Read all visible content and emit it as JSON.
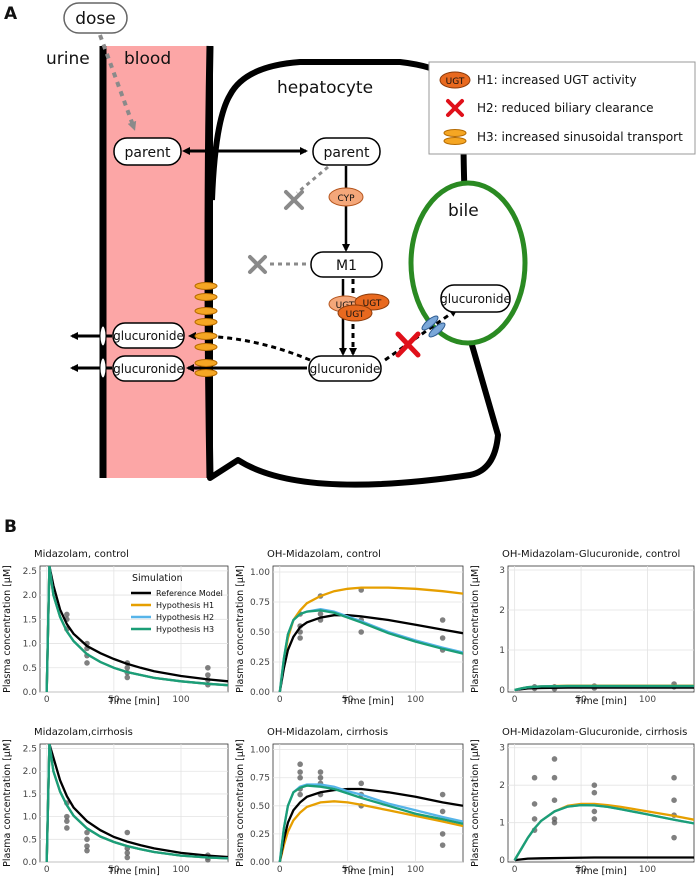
{
  "panel_a": {
    "label": "A",
    "dose": "dose",
    "urine": "urine",
    "blood": "blood",
    "hepatocyte": "hepatocyte",
    "bile": "bile",
    "parent_blood": "parent",
    "parent_cell": "parent",
    "cyp": "CYP",
    "m1": "M1",
    "ugt": "UGT",
    "glucuronide_bile": "glucuronide",
    "glucuronide_blood_1": "glucuronide",
    "glucuronide_blood_2": "glucuronide",
    "glucuronide_cell": "glucuronide",
    "legend": [
      {
        "badge": "UGT",
        "text": "H1: increased UGT activity"
      },
      {
        "text": "H2: reduced biliary clearance"
      },
      {
        "text": "H3: increased sinusoidal transport"
      }
    ],
    "colors": {
      "blood": "#fca6a6",
      "bile": "#2a8a22",
      "ugt": "#e8691f",
      "cyp": "#f4a77a",
      "transporter": "#f5a623",
      "bile_transporter": "#7aa7d9",
      "cross_red": "#e0101a",
      "cross_grey": "#8a8a8a"
    }
  },
  "panel_b": {
    "label": "B",
    "ylabel": "Plasma concentration [µM]",
    "xlabel": "Time [min]",
    "legend": {
      "title": "Simulation",
      "items": [
        "Reference Model",
        "Hypothesis H1",
        "Hypothesis H2",
        "Hypothesis H3"
      ]
    },
    "series_colors": [
      "#000000",
      "#e69f00",
      "#56b4e9",
      "#1b9e77"
    ]
  },
  "chart_data": [
    {
      "type": "line",
      "title": "Midazolam, control",
      "ylim": [
        0,
        2.6
      ],
      "yticks": [
        0,
        0.5,
        1.0,
        1.5,
        2.0,
        2.5
      ],
      "xlim": [
        -5,
        135
      ],
      "xticks": [
        0,
        50,
        100
      ],
      "series": [
        {
          "name": "Reference Model",
          "x": [
            0,
            2,
            5,
            10,
            15,
            20,
            30,
            40,
            50,
            60,
            70,
            80,
            100,
            120,
            135
          ],
          "values": [
            0,
            2.6,
            2.2,
            1.7,
            1.4,
            1.2,
            0.95,
            0.8,
            0.68,
            0.58,
            0.5,
            0.43,
            0.33,
            0.26,
            0.22
          ]
        },
        {
          "name": "Hypothesis H1",
          "x": [
            0,
            2,
            5,
            10,
            15,
            20,
            30,
            40,
            50,
            60,
            70,
            80,
            100,
            120,
            135
          ],
          "values": [
            0,
            2.6,
            2.0,
            1.55,
            1.25,
            1.05,
            0.78,
            0.62,
            0.5,
            0.41,
            0.35,
            0.29,
            0.22,
            0.17,
            0.14
          ]
        },
        {
          "name": "Hypothesis H2",
          "x": [
            0,
            2,
            5,
            10,
            15,
            20,
            30,
            40,
            50,
            60,
            70,
            80,
            100,
            120,
            135
          ],
          "values": [
            0,
            2.6,
            2.0,
            1.55,
            1.25,
            1.05,
            0.78,
            0.62,
            0.5,
            0.41,
            0.35,
            0.29,
            0.22,
            0.17,
            0.14
          ]
        },
        {
          "name": "Hypothesis H3",
          "x": [
            0,
            2,
            5,
            10,
            15,
            20,
            30,
            40,
            50,
            60,
            70,
            80,
            100,
            120,
            135
          ],
          "values": [
            0,
            2.6,
            2.0,
            1.55,
            1.25,
            1.05,
            0.78,
            0.62,
            0.5,
            0.41,
            0.35,
            0.29,
            0.22,
            0.17,
            0.14
          ]
        }
      ],
      "points": {
        "x": [
          15,
          15,
          15,
          30,
          30,
          30,
          30,
          60,
          60,
          60,
          60,
          120,
          120,
          120,
          120
        ],
        "y": [
          1.6,
          1.5,
          1.3,
          1.0,
          0.9,
          0.75,
          0.6,
          0.6,
          0.5,
          0.4,
          0.3,
          0.5,
          0.35,
          0.25,
          0.15
        ]
      }
    },
    {
      "type": "line",
      "title": "OH-Midazolam, control",
      "ylim": [
        0,
        1.05
      ],
      "yticks": [
        0,
        0.25,
        0.5,
        0.75,
        1.0
      ],
      "xlim": [
        -5,
        135
      ],
      "xticks": [
        0,
        50,
        100
      ],
      "series": [
        {
          "name": "Reference Model",
          "x": [
            0,
            3,
            6,
            10,
            15,
            20,
            30,
            40,
            50,
            60,
            80,
            100,
            120,
            135
          ],
          "values": [
            0,
            0.2,
            0.35,
            0.46,
            0.54,
            0.58,
            0.62,
            0.64,
            0.64,
            0.63,
            0.6,
            0.56,
            0.52,
            0.49
          ]
        },
        {
          "name": "Hypothesis H1",
          "x": [
            0,
            3,
            6,
            10,
            15,
            20,
            30,
            40,
            50,
            60,
            80,
            100,
            120,
            135
          ],
          "values": [
            0,
            0.25,
            0.45,
            0.6,
            0.68,
            0.74,
            0.8,
            0.84,
            0.86,
            0.87,
            0.87,
            0.86,
            0.84,
            0.82
          ]
        },
        {
          "name": "Hypothesis H2",
          "x": [
            0,
            3,
            6,
            10,
            15,
            20,
            30,
            40,
            50,
            60,
            80,
            100,
            120,
            135
          ],
          "values": [
            0,
            0.28,
            0.48,
            0.6,
            0.65,
            0.67,
            0.69,
            0.67,
            0.63,
            0.59,
            0.5,
            0.43,
            0.37,
            0.33
          ]
        },
        {
          "name": "Hypothesis H3",
          "x": [
            0,
            3,
            6,
            10,
            15,
            20,
            30,
            40,
            50,
            60,
            80,
            100,
            120,
            135
          ],
          "values": [
            0,
            0.28,
            0.48,
            0.6,
            0.65,
            0.67,
            0.68,
            0.66,
            0.62,
            0.58,
            0.49,
            0.42,
            0.36,
            0.32
          ]
        }
      ],
      "points": {
        "x": [
          15,
          15,
          15,
          15,
          30,
          30,
          30,
          60,
          60,
          60,
          120,
          120,
          120
        ],
        "y": [
          0.65,
          0.55,
          0.5,
          0.45,
          0.8,
          0.65,
          0.6,
          0.85,
          0.6,
          0.5,
          0.6,
          0.45,
          0.35
        ]
      }
    },
    {
      "type": "line",
      "title": "OH-Midazolam-Glucuronide, control",
      "ylim": [
        -0.05,
        3.1
      ],
      "yticks": [
        0,
        1,
        2,
        3
      ],
      "xlim": [
        -5,
        135
      ],
      "xticks": [
        0,
        50,
        100
      ],
      "series": [
        {
          "name": "Reference Model",
          "x": [
            0,
            5,
            10,
            20,
            40,
            60,
            80,
            100,
            135
          ],
          "values": [
            0,
            0.02,
            0.04,
            0.05,
            0.06,
            0.06,
            0.06,
            0.06,
            0.06
          ]
        },
        {
          "name": "Hypothesis H1",
          "x": [
            0,
            5,
            10,
            20,
            40,
            60,
            80,
            100,
            135
          ],
          "values": [
            0,
            0.04,
            0.07,
            0.09,
            0.11,
            0.11,
            0.11,
            0.11,
            0.11
          ]
        },
        {
          "name": "Hypothesis H2",
          "x": [
            0,
            5,
            10,
            20,
            40,
            60,
            80,
            100,
            135
          ],
          "values": [
            0,
            0.04,
            0.07,
            0.09,
            0.1,
            0.1,
            0.1,
            0.1,
            0.1
          ]
        },
        {
          "name": "Hypothesis H3",
          "x": [
            0,
            5,
            10,
            20,
            40,
            60,
            80,
            100,
            135
          ],
          "values": [
            0,
            0.04,
            0.07,
            0.09,
            0.1,
            0.1,
            0.1,
            0.1,
            0.1
          ]
        }
      ],
      "points": {
        "x": [
          15,
          15,
          30,
          30,
          60,
          60,
          120,
          120
        ],
        "y": [
          0.08,
          0.04,
          0.08,
          0.03,
          0.1,
          0.05,
          0.15,
          0.08
        ]
      }
    },
    {
      "type": "line",
      "title": "Midazolam,cirrhosis",
      "ylim": [
        0,
        2.6
      ],
      "yticks": [
        0,
        0.5,
        1.0,
        1.5,
        2.0,
        2.5
      ],
      "xlim": [
        -5,
        135
      ],
      "xticks": [
        0,
        50,
        100
      ],
      "series": [
        {
          "name": "Reference Model",
          "x": [
            0,
            2,
            5,
            10,
            15,
            20,
            30,
            40,
            50,
            60,
            70,
            80,
            100,
            120,
            135
          ],
          "values": [
            0,
            2.6,
            2.3,
            1.8,
            1.45,
            1.2,
            0.9,
            0.7,
            0.55,
            0.45,
            0.37,
            0.3,
            0.2,
            0.14,
            0.11
          ]
        },
        {
          "name": "Hypothesis H1",
          "x": [
            0,
            2,
            5,
            10,
            15,
            20,
            30,
            40,
            50,
            60,
            70,
            80,
            100,
            120,
            135
          ],
          "values": [
            0,
            2.6,
            2.0,
            1.55,
            1.25,
            1.02,
            0.74,
            0.56,
            0.44,
            0.35,
            0.28,
            0.22,
            0.14,
            0.1,
            0.08
          ]
        },
        {
          "name": "Hypothesis H2",
          "x": [
            0,
            2,
            5,
            10,
            15,
            20,
            30,
            40,
            50,
            60,
            70,
            80,
            100,
            120,
            135
          ],
          "values": [
            0,
            2.6,
            2.0,
            1.55,
            1.25,
            1.02,
            0.74,
            0.56,
            0.44,
            0.35,
            0.28,
            0.22,
            0.14,
            0.1,
            0.08
          ]
        },
        {
          "name": "Hypothesis H3",
          "x": [
            0,
            2,
            5,
            10,
            15,
            20,
            30,
            40,
            50,
            60,
            70,
            80,
            100,
            120,
            135
          ],
          "values": [
            0,
            2.6,
            2.0,
            1.55,
            1.25,
            1.02,
            0.74,
            0.56,
            0.44,
            0.35,
            0.28,
            0.22,
            0.14,
            0.1,
            0.08
          ]
        }
      ],
      "points": {
        "x": [
          15,
          15,
          15,
          15,
          30,
          30,
          30,
          30,
          60,
          60,
          60,
          60,
          120,
          120,
          120
        ],
        "y": [
          1.3,
          1.0,
          0.9,
          0.75,
          0.65,
          0.5,
          0.35,
          0.25,
          0.65,
          0.3,
          0.2,
          0.1,
          0.15,
          0.1,
          0.05
        ]
      }
    },
    {
      "type": "line",
      "title": "OH-Midazolam, cirrhosis",
      "ylim": [
        0,
        1.05
      ],
      "yticks": [
        0,
        0.25,
        0.5,
        0.75,
        1.0
      ],
      "xlim": [
        -5,
        135
      ],
      "xticks": [
        0,
        50,
        100
      ],
      "series": [
        {
          "name": "Reference Model",
          "x": [
            0,
            3,
            6,
            10,
            15,
            20,
            30,
            40,
            50,
            60,
            80,
            100,
            120,
            135
          ],
          "values": [
            0,
            0.2,
            0.35,
            0.46,
            0.53,
            0.58,
            0.62,
            0.64,
            0.65,
            0.65,
            0.62,
            0.58,
            0.53,
            0.5
          ]
        },
        {
          "name": "Hypothesis H1",
          "x": [
            0,
            3,
            6,
            10,
            15,
            20,
            30,
            40,
            50,
            60,
            80,
            100,
            120,
            135
          ],
          "values": [
            0,
            0.15,
            0.27,
            0.37,
            0.44,
            0.49,
            0.53,
            0.54,
            0.53,
            0.51,
            0.46,
            0.41,
            0.36,
            0.32
          ]
        },
        {
          "name": "Hypothesis H2",
          "x": [
            0,
            3,
            6,
            10,
            15,
            20,
            30,
            40,
            50,
            60,
            80,
            100,
            120,
            135
          ],
          "values": [
            0,
            0.3,
            0.5,
            0.62,
            0.67,
            0.69,
            0.69,
            0.67,
            0.63,
            0.6,
            0.52,
            0.46,
            0.4,
            0.36
          ]
        },
        {
          "name": "Hypothesis H3",
          "x": [
            0,
            3,
            6,
            10,
            15,
            20,
            30,
            40,
            50,
            60,
            80,
            100,
            120,
            135
          ],
          "values": [
            0,
            0.3,
            0.5,
            0.62,
            0.66,
            0.68,
            0.67,
            0.65,
            0.61,
            0.57,
            0.5,
            0.43,
            0.38,
            0.34
          ]
        }
      ],
      "points": {
        "x": [
          15,
          15,
          15,
          15,
          15,
          30,
          30,
          30,
          30,
          60,
          60,
          60,
          120,
          120,
          120,
          120
        ],
        "y": [
          0.87,
          0.8,
          0.75,
          0.65,
          0.6,
          0.8,
          0.75,
          0.7,
          0.6,
          0.7,
          0.6,
          0.5,
          0.6,
          0.45,
          0.25,
          0.15
        ]
      }
    },
    {
      "type": "line",
      "title": "OH-Midazolam-Glucuronide, cirrhosis",
      "ylim": [
        -0.05,
        3.1
      ],
      "yticks": [
        0,
        1,
        2,
        3
      ],
      "xlim": [
        -5,
        135
      ],
      "xticks": [
        0,
        50,
        100
      ],
      "series": [
        {
          "name": "Reference Model",
          "x": [
            0,
            5,
            10,
            20,
            40,
            60,
            80,
            100,
            135
          ],
          "values": [
            0,
            0.02,
            0.04,
            0.05,
            0.06,
            0.07,
            0.07,
            0.07,
            0.07
          ]
        },
        {
          "name": "Hypothesis H1",
          "x": [
            0,
            5,
            10,
            15,
            20,
            30,
            40,
            50,
            60,
            70,
            80,
            100,
            120,
            135
          ],
          "values": [
            0,
            0.3,
            0.6,
            0.85,
            1.05,
            1.3,
            1.45,
            1.5,
            1.5,
            1.47,
            1.42,
            1.3,
            1.18,
            1.08
          ]
        },
        {
          "name": "Hypothesis H2",
          "x": [
            0,
            5,
            10,
            15,
            20,
            30,
            40,
            50,
            60,
            70,
            80,
            100,
            120,
            135
          ],
          "values": [
            0,
            0.3,
            0.6,
            0.85,
            1.05,
            1.3,
            1.43,
            1.47,
            1.46,
            1.42,
            1.36,
            1.22,
            1.08,
            0.98
          ]
        },
        {
          "name": "Hypothesis H3",
          "x": [
            0,
            5,
            10,
            15,
            20,
            30,
            40,
            50,
            60,
            70,
            80,
            100,
            120,
            135
          ],
          "values": [
            0,
            0.3,
            0.6,
            0.85,
            1.05,
            1.3,
            1.43,
            1.47,
            1.46,
            1.42,
            1.36,
            1.22,
            1.08,
            0.98
          ]
        }
      ],
      "points": {
        "x": [
          15,
          15,
          15,
          15,
          30,
          30,
          30,
          30,
          30,
          60,
          60,
          60,
          60,
          120,
          120,
          120,
          120
        ],
        "y": [
          2.2,
          1.5,
          1.1,
          0.8,
          2.7,
          2.2,
          1.6,
          1.1,
          1.0,
          2.0,
          1.8,
          1.3,
          1.1,
          2.2,
          1.6,
          1.2,
          0.6
        ]
      }
    }
  ]
}
